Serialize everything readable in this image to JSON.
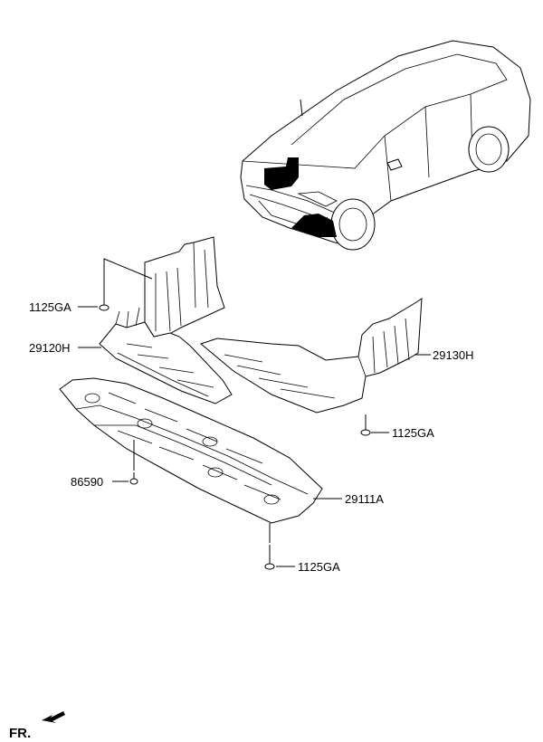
{
  "callouts": {
    "bolt_upper_left": "1125GA",
    "front_cover": "29120H",
    "side_cover": "29130H",
    "bolt_right": "1125GA",
    "clip": "86590",
    "main_cover": "29111A",
    "bolt_bottom": "1125GA"
  },
  "orientation": {
    "label": "FR."
  }
}
